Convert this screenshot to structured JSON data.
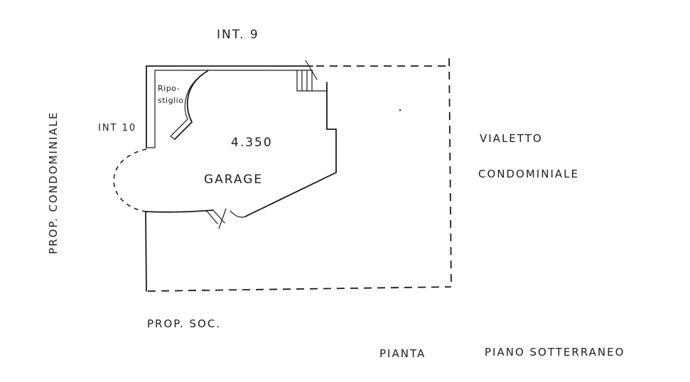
{
  "drawing": {
    "unit_number_top": "INT. 9",
    "unit_number_left": "INT 10",
    "left_property": "PROP. CONDOMINIALE",
    "bottom_property": "PROP. SOC.",
    "right_label_line1": "VIALETTO",
    "right_label_line2": "CONDOMINIALE",
    "room_height": "4.350",
    "room_name": "GARAGE",
    "storage_line1": "Ripo-",
    "storage_line2": "stiglio",
    "plan_caption": "PIANTA",
    "plan_level": "PIANO SOTTERRANEO"
  }
}
